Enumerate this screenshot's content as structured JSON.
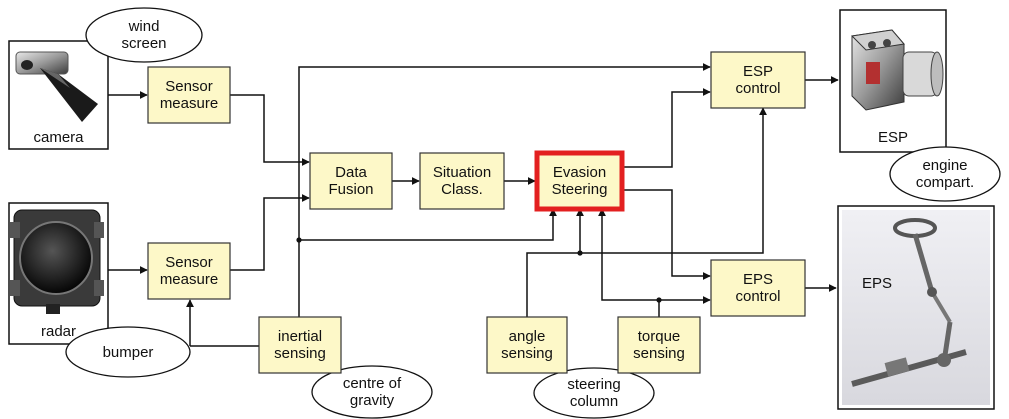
{
  "colors": {
    "block_fill": "#fdf8c8",
    "block_border": "#333333",
    "highlight_border": "#e32020",
    "line": "#111111"
  },
  "blocks": {
    "sensor_measure_1": "Sensor\nmeasure",
    "sensor_measure_2": "Sensor\nmeasure",
    "data_fusion": "Data\nFusion",
    "situation_class": "Situation\nClass.",
    "evasion_steering": "Evasion\nSteering",
    "esp_control": "ESP\ncontrol",
    "eps_control": "EPS\ncontrol",
    "inertial_sensing": "inertial\nsensing",
    "angle_sensing": "angle\nsensing",
    "torque_sensing": "torque\nsensing"
  },
  "components": {
    "camera": "camera",
    "radar": "radar",
    "esp": "ESP",
    "eps": "EPS"
  },
  "locations": {
    "wind_screen": "wind\nscreen",
    "bumper": "bumper",
    "centre_of_gravity": "centre of\ngravity",
    "steering_column": "steering\ncolumn",
    "engine_compartment": "engine\ncompart."
  }
}
